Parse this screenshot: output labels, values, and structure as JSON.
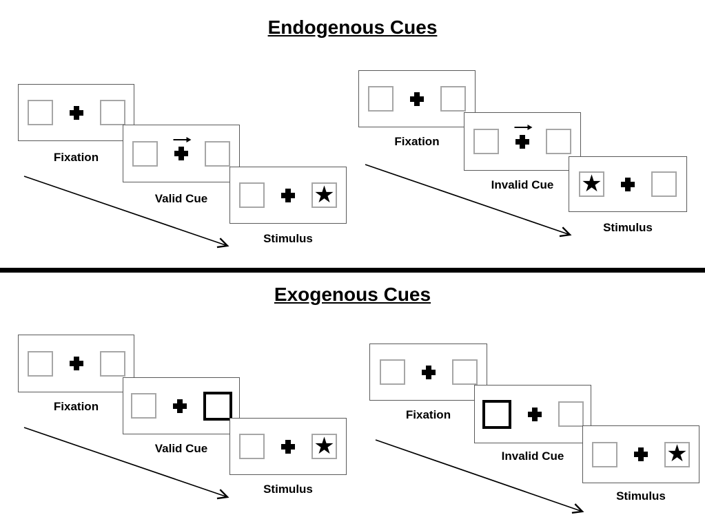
{
  "colors": {
    "background": "#ffffff",
    "panel_border": "#595959",
    "box_border": "#a6a6a6",
    "bold_box_border": "#000000",
    "text": "#000000",
    "divider": "#000000"
  },
  "icons": {
    "star": "★"
  },
  "sections": [
    {
      "title": "Endogenous Cues",
      "groups": [
        {
          "steps": [
            {
              "label": "Fixation",
              "left_box": "empty",
              "right_box": "empty"
            },
            {
              "label": "Valid Cue",
              "left_box": "empty",
              "right_box": "empty",
              "cue_arrow_pointing_right": true
            },
            {
              "label": "Stimulus",
              "left_box": "empty",
              "right_box": "star"
            }
          ]
        },
        {
          "steps": [
            {
              "label": "Fixation",
              "left_box": "empty",
              "right_box": "empty"
            },
            {
              "label": "Invalid Cue",
              "left_box": "empty",
              "right_box": "empty",
              "cue_arrow_pointing_right": true
            },
            {
              "label": "Stimulus",
              "left_box": "star",
              "right_box": "empty"
            }
          ]
        }
      ]
    },
    {
      "title": "Exogenous Cues",
      "groups": [
        {
          "steps": [
            {
              "label": "Fixation",
              "left_box": "empty",
              "right_box": "empty"
            },
            {
              "label": "Valid Cue",
              "left_box": "empty",
              "right_box": "bold_outline"
            },
            {
              "label": "Stimulus",
              "left_box": "empty",
              "right_box": "star"
            }
          ]
        },
        {
          "steps": [
            {
              "label": "Fixation",
              "left_box": "empty",
              "right_box": "empty"
            },
            {
              "label": "Invalid Cue",
              "left_box": "bold_outline",
              "right_box": "empty"
            },
            {
              "label": "Stimulus",
              "left_box": "empty",
              "right_box": "star"
            }
          ]
        }
      ]
    }
  ]
}
